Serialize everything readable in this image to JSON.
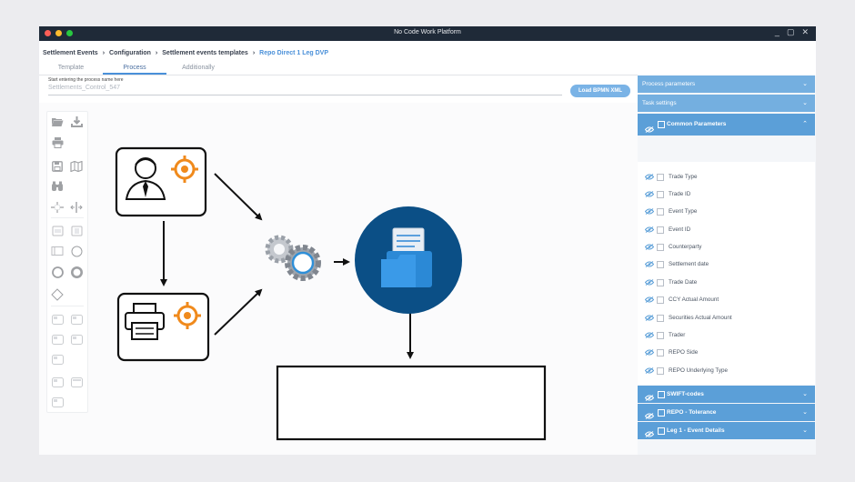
{
  "window": {
    "title": "No Code Work Platform",
    "controls": [
      "_",
      "▢",
      "✕"
    ]
  },
  "breadcrumb": [
    "Settlement Events",
    "Configuration",
    "Settlement events templates",
    "Repo Direct 1 Leg DVP"
  ],
  "tabs": [
    "Template",
    "Process",
    "Additionally"
  ],
  "active_tab": "Process",
  "process_name": {
    "hint": "Start entering the process name here",
    "value": "Settlements_Control_547"
  },
  "load_button": "Load BPMN XML",
  "right_panel": {
    "sections_top": [
      "Process parameters",
      "Task settings"
    ],
    "common": "Common Parameters",
    "parameters": [
      "Trade Type",
      "Trade ID",
      "Event Type",
      "Event ID",
      "Counterparty",
      "Settlement date",
      "Trade Date",
      "CCY Actual Amount",
      "Securities Actual Amount",
      "Trader",
      "REPO Side",
      "REPO Underlying Type"
    ],
    "sections_bottom": [
      "SWIFT-codes",
      "REPO - Tolerance",
      "Leg 1 - Event Details"
    ]
  },
  "colors": {
    "titlebar": "#1f2a38",
    "accent": "#4a90d9",
    "panel_header": "#74afe0",
    "orange": "#f08a1c",
    "navy_circle": "#0b4f86"
  }
}
